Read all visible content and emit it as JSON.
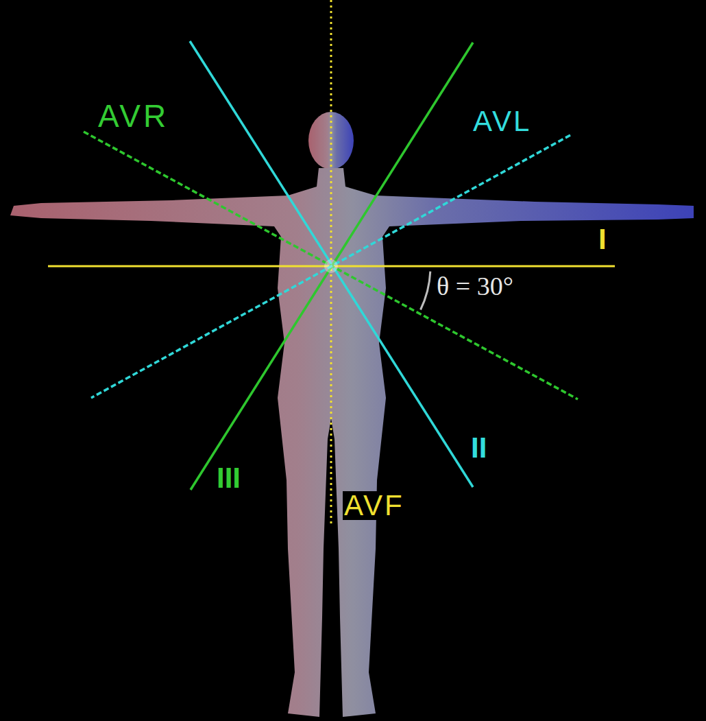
{
  "diagram": {
    "labels": [
      "AVR",
      "AVL",
      "I",
      "θ = 30°",
      "III",
      "II",
      "AVF"
    ]
  }
}
